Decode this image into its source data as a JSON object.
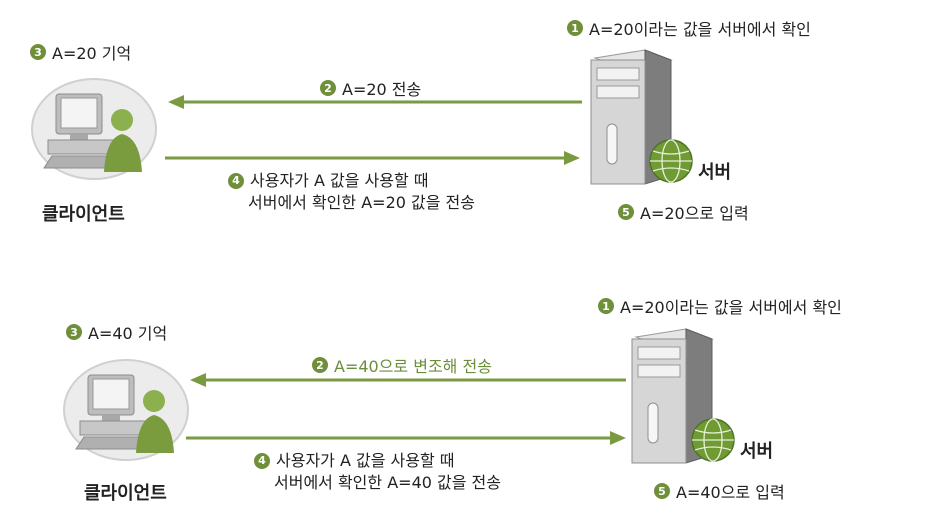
{
  "scenes": [
    {
      "client_label": "클라이언트",
      "server_label": "서버",
      "steps": {
        "s1": {
          "num": "1",
          "text": "A=20이라는 값을 서버에서 확인"
        },
        "s2": {
          "num": "2",
          "text": "A=20 전송"
        },
        "s3": {
          "num": "3",
          "text": "A=20 기억"
        },
        "s4": {
          "num": "4",
          "line1": "사용자가 A 값을 사용할 때",
          "line2": "서버에서 확인한 A=20 값을 전송"
        },
        "s5": {
          "num": "5",
          "text": "A=20으로 입력"
        }
      }
    },
    {
      "client_label": "클라이언트",
      "server_label": "서버",
      "steps": {
        "s1": {
          "num": "1",
          "text": "A=20이라는 값을 서버에서 확인"
        },
        "s2": {
          "num": "2",
          "text": "A=40으로 변조해 전송"
        },
        "s3": {
          "num": "3",
          "text": "A=40 기억"
        },
        "s4": {
          "num": "4",
          "line1": "사용자가 A 값을 사용할 때",
          "line2": "서버에서 확인한 A=40 값을 전송"
        },
        "s5": {
          "num": "5",
          "text": "A=40으로 입력"
        }
      }
    }
  ],
  "colors": {
    "arrow": "#7a9a42",
    "badge": "#6f8f3a",
    "tampered_text": "#6b8e3a",
    "globe": "#6f9a34"
  },
  "icons": [
    "computer-user-icon",
    "server-tower-icon",
    "globe-icon"
  ]
}
